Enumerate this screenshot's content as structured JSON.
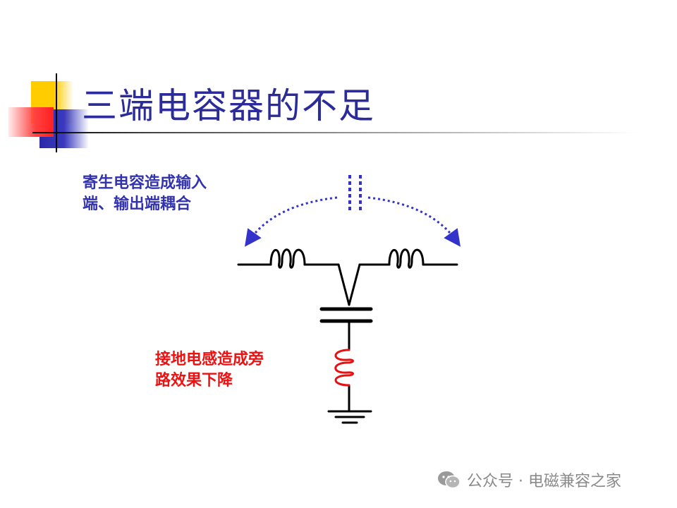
{
  "slide": {
    "title": "三端电容器的不足"
  },
  "annotations": {
    "parasitic": [
      "寄生电容造成输入",
      "端、输出端耦合"
    ],
    "inductance": [
      "接地电感造成旁",
      "路效果下降"
    ]
  },
  "watermark": {
    "text": "公众号 · 电磁兼容之家",
    "icon": "wechat-icon"
  },
  "colors": {
    "title": "#2b2b9a",
    "parasitic_text": "#3333b0",
    "inductance_text": "#ee1111",
    "dotted_arrow": "#3333cc",
    "ground_inductor": "#e81010",
    "circuit": "#000000"
  }
}
